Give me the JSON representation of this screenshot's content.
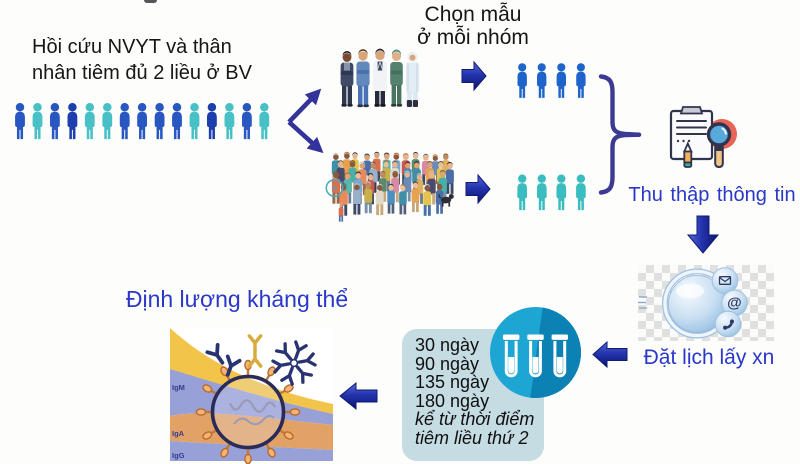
{
  "headline": {
    "line1": "Hồi cứu NVYT và thân",
    "line2": "nhân tiêm đủ 2 liều ở BV"
  },
  "selection": {
    "line1": "Chọn mẫu",
    "line2": "ở mỗi nhóm"
  },
  "captions": {
    "collect": "Thu thập thông tin",
    "schedule": "Đặt lịch lấy xn",
    "quantify": "Định lượng kháng thể"
  },
  "schedule_box": {
    "lines": [
      "30 ngày",
      "90 ngày",
      "135 ngày",
      "180 ngày"
    ],
    "italic_lines": [
      "kể từ thời điểm",
      "tiêm liều thứ 2"
    ]
  },
  "immunoglobulins": [
    "IgM",
    "IgA",
    "IgG"
  ],
  "people": {
    "palette": {
      "blue": "#2857c2",
      "navy": "#1d3eae",
      "teal": "#47c1c5",
      "sample_blue": "#1f64cb",
      "sample_teal": "#3bbdbf"
    },
    "cohort_pattern": [
      "blue",
      "teal",
      "blue",
      "navy",
      "teal",
      "teal",
      "blue",
      "blue",
      "blue",
      "blue",
      "teal",
      "navy",
      "teal",
      "blue",
      "teal"
    ],
    "sample_group_1": [
      "sample_blue",
      "sample_blue",
      "sample_blue",
      "sample_blue"
    ],
    "sample_group_2": [
      "sample_teal",
      "sample_teal",
      "sample_teal",
      "sample_teal"
    ]
  },
  "icons": {
    "clipboard": "clipboard-magnifier-icon",
    "contact": "contact-sphere-icon",
    "tubes": "test-tubes-icon",
    "medical": "medical-team-illustration",
    "crowd": "community-crowd-illustration",
    "antibody": "antibody-response-illustration"
  },
  "colors": {
    "caption_blue": "#2a38c9",
    "arrow_navy": "#1e2d9f",
    "box_fill": "#c6dce3",
    "tube_circle": "#1da6d3",
    "tube_circle_dark": "#0c82b4"
  }
}
